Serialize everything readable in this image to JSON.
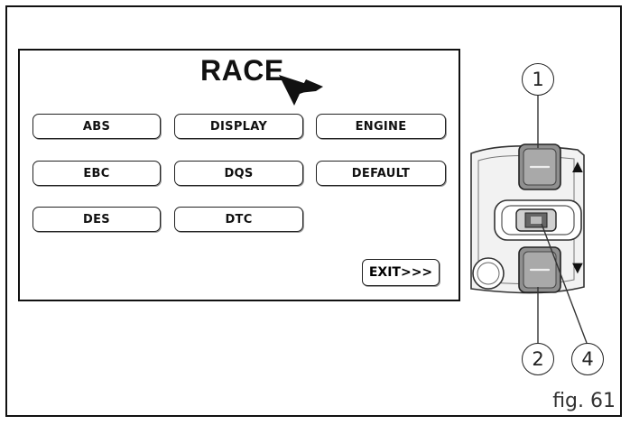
{
  "screen": {
    "title": "RACE",
    "buttons": [
      {
        "label": "ABS"
      },
      {
        "label": "DISPLAY"
      },
      {
        "label": "ENGINE"
      },
      {
        "label": "EBC"
      },
      {
        "label": "DQS"
      },
      {
        "label": "DEFAULT"
      },
      {
        "label": "DES"
      },
      {
        "label": "DTC"
      }
    ],
    "exit_label": "EXIT>>>"
  },
  "switch": {
    "up_arrow": "▲",
    "down_arrow": "▼"
  },
  "callouts": [
    "1",
    "2",
    "4"
  ],
  "figure_label": "fig. 61"
}
